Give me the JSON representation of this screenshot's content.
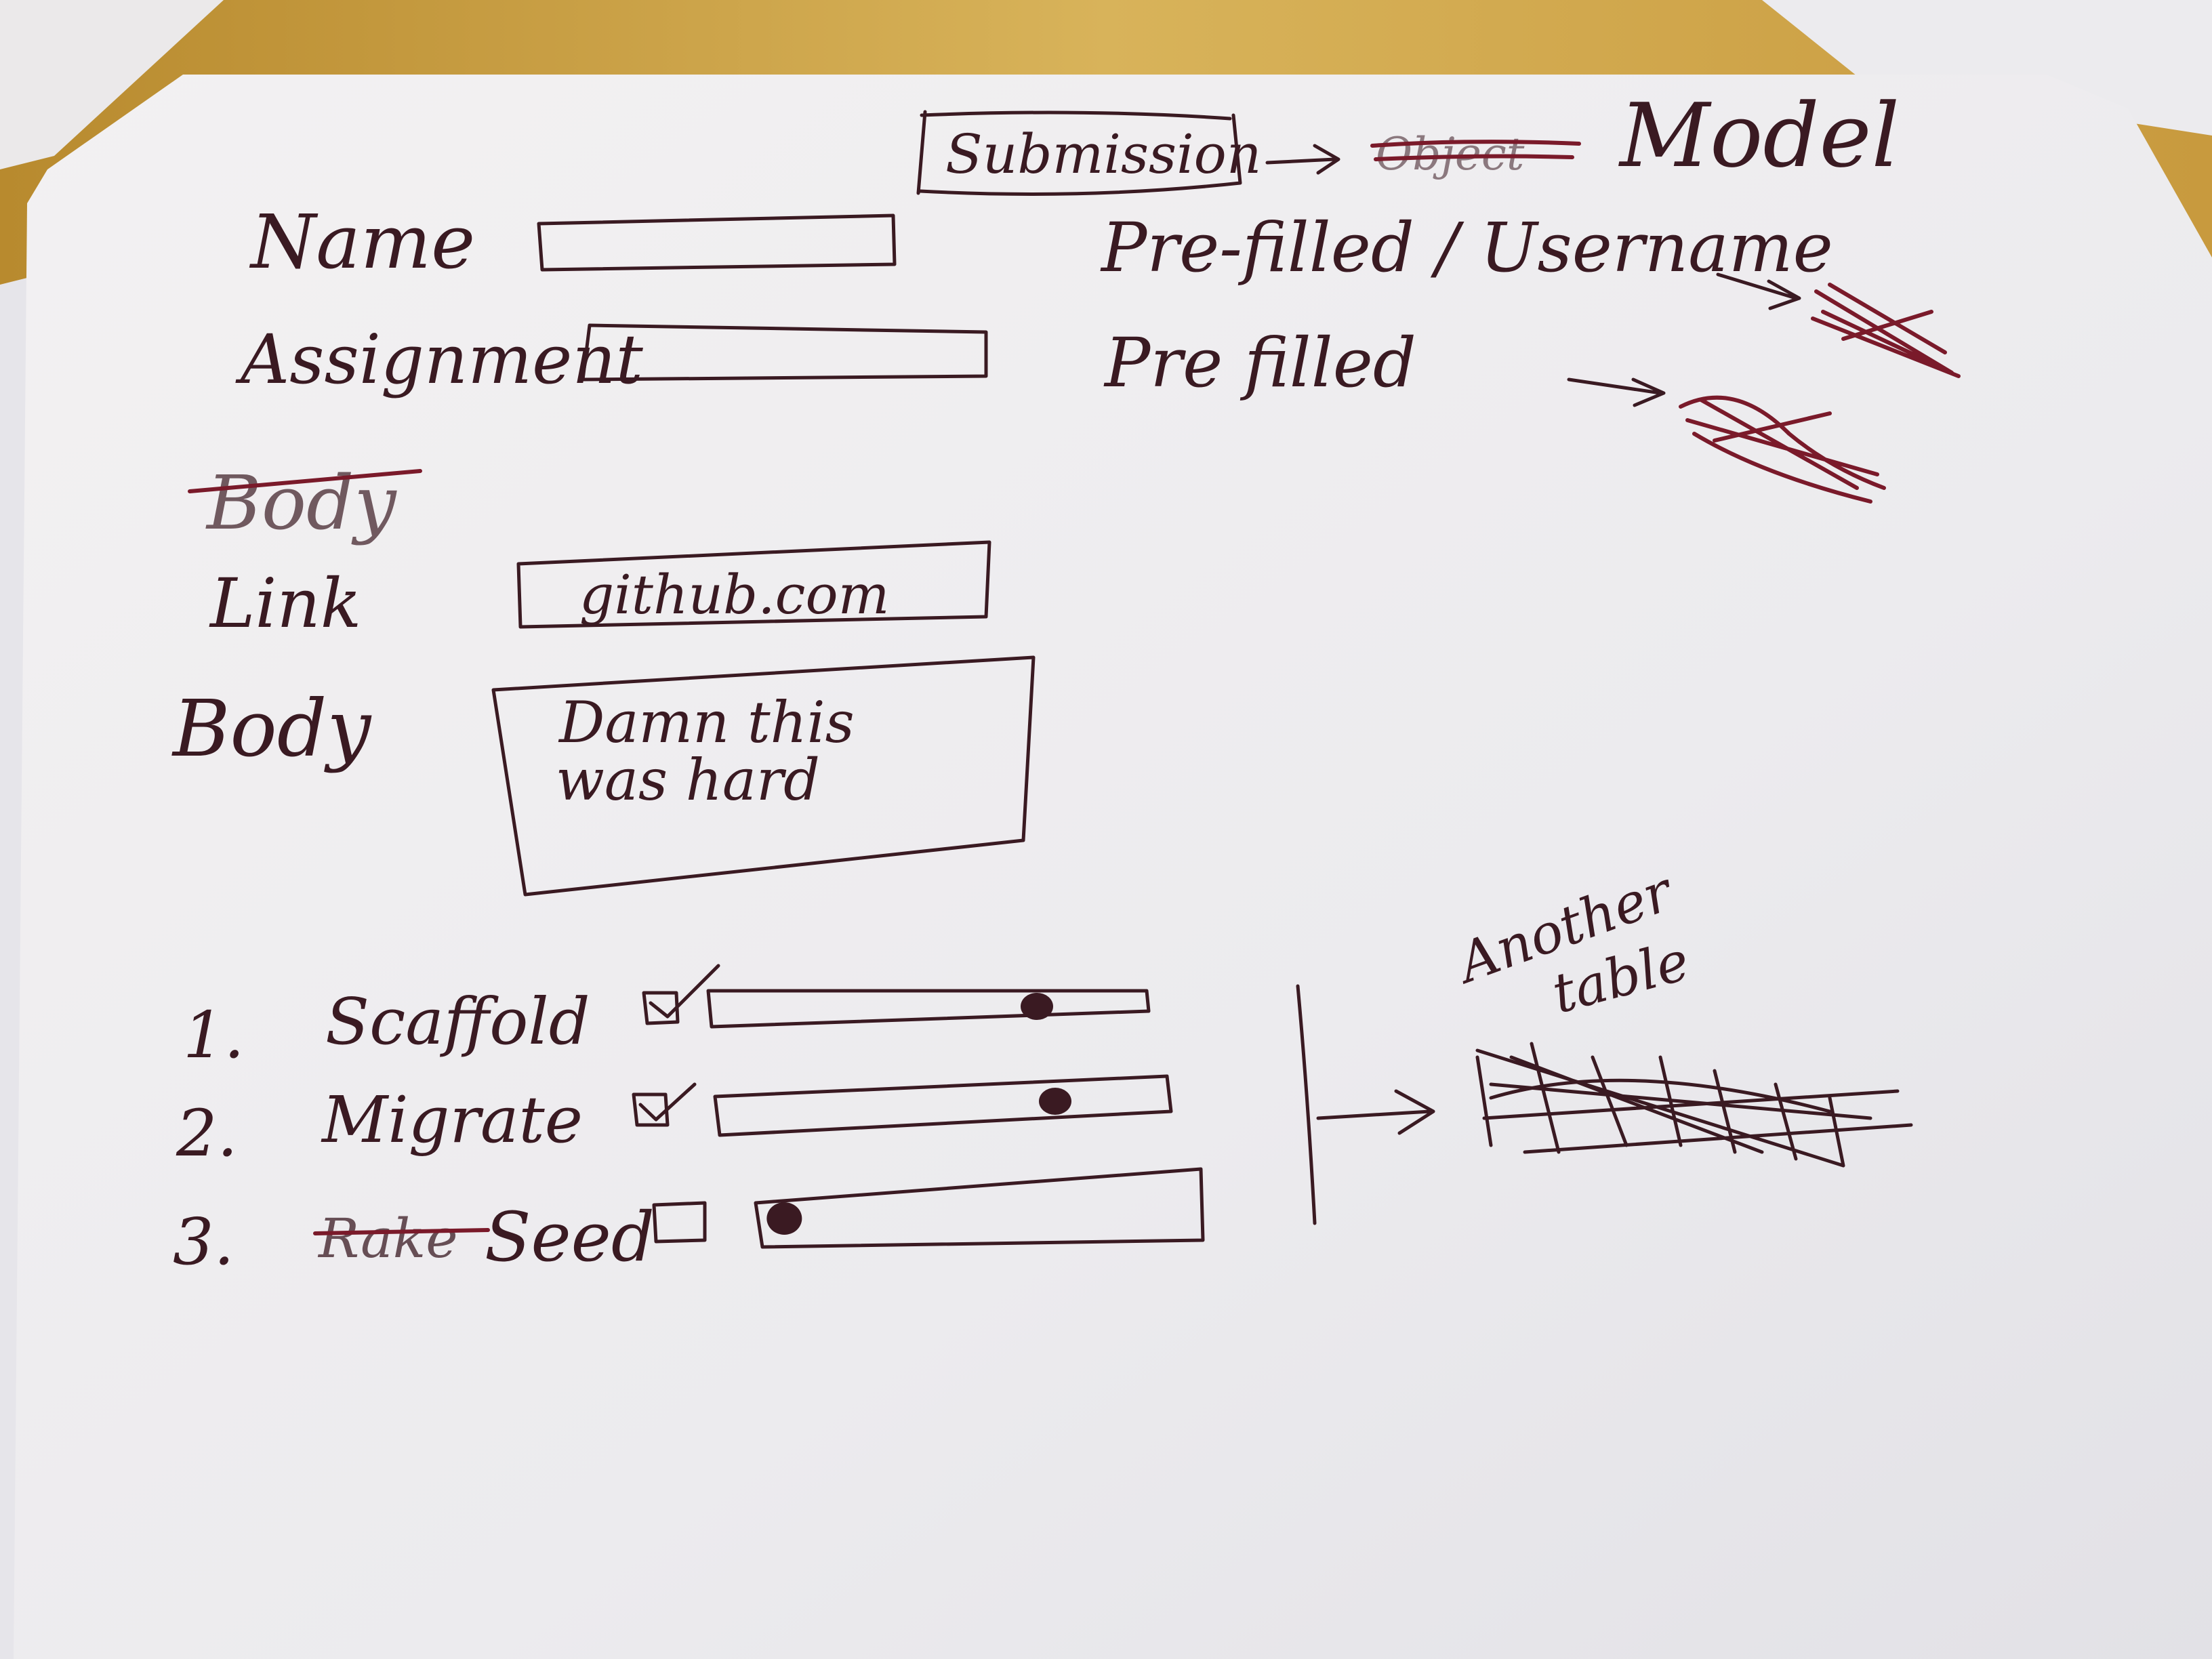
{
  "sketch": {
    "header": {
      "box_label": "Submission",
      "struck_word": "Object",
      "replacement_word": "Model"
    },
    "fields": {
      "name_label": "Name",
      "name_note": "Pre-filled / Username",
      "assignment_label": "Assignment",
      "assignment_note": "Pre filled",
      "struck_body_label": "Body",
      "link_label": "Link",
      "link_value": "github.com",
      "body_label": "Body",
      "body_value_line1": "Damn this",
      "body_value_line2": "was hard"
    },
    "steps": [
      {
        "number": "1.",
        "label": "Scaffold",
        "checked": true,
        "progress": 0.75
      },
      {
        "number": "2.",
        "label": "Migrate",
        "checked": true,
        "progress": 0.75
      },
      {
        "number": "3.",
        "label": "Seed",
        "struck_prefix": "Rake",
        "checked": false,
        "progress": 0.05
      }
    ],
    "side_note": {
      "line1": "Another",
      "line2": "table"
    },
    "colors": {
      "paper": "#f1efef",
      "ink": "#3a1a22",
      "table": "#c9a44a"
    }
  }
}
